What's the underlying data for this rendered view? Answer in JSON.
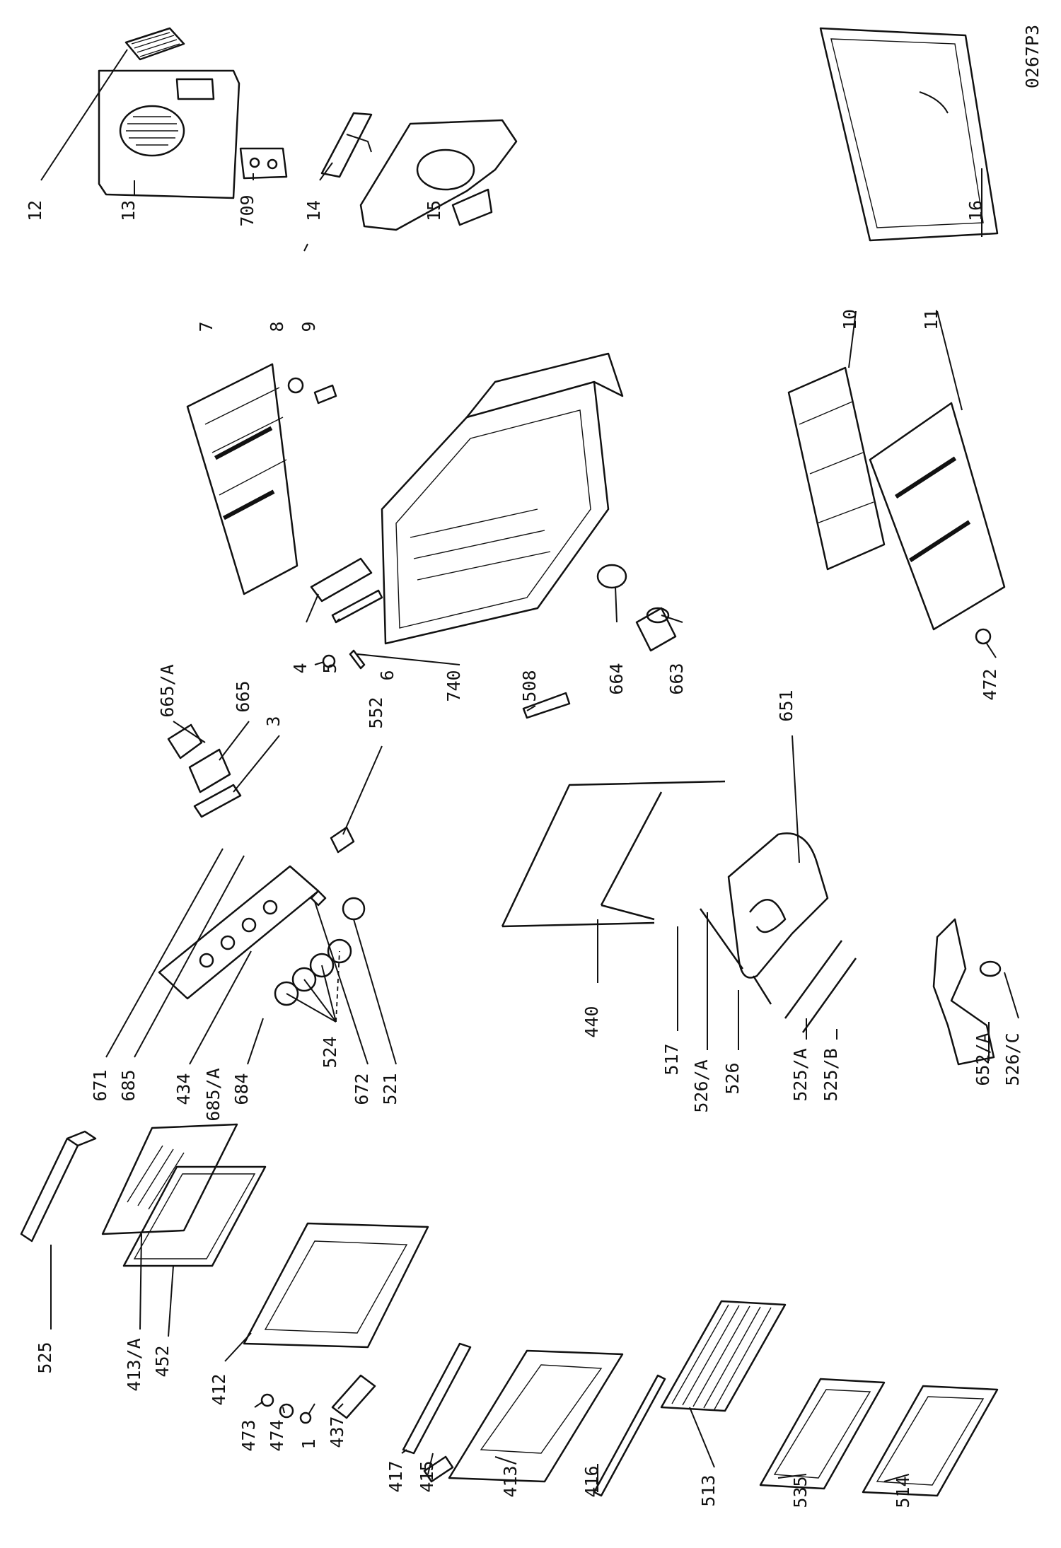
{
  "drawing_code": "0267P3",
  "part_labels": [
    {
      "id": "l12",
      "text": "12"
    },
    {
      "id": "l13",
      "text": "13"
    },
    {
      "id": "l709",
      "text": "709"
    },
    {
      "id": "l14",
      "text": "14"
    },
    {
      "id": "l15",
      "text": "15"
    },
    {
      "id": "l16",
      "text": "16"
    },
    {
      "id": "l7",
      "text": "7"
    },
    {
      "id": "l8",
      "text": "8"
    },
    {
      "id": "l9",
      "text": "9"
    },
    {
      "id": "l10",
      "text": "10"
    },
    {
      "id": "l11",
      "text": "11"
    },
    {
      "id": "l472",
      "text": "472"
    },
    {
      "id": "l4",
      "text": "4"
    },
    {
      "id": "l5",
      "text": "5"
    },
    {
      "id": "l6",
      "text": "6"
    },
    {
      "id": "l740",
      "text": "740"
    },
    {
      "id": "l508",
      "text": "508"
    },
    {
      "id": "l664",
      "text": "664"
    },
    {
      "id": "l663",
      "text": "663"
    },
    {
      "id": "l665a",
      "text": "665/A"
    },
    {
      "id": "l665",
      "text": "665"
    },
    {
      "id": "l3",
      "text": "3"
    },
    {
      "id": "l552",
      "text": "552"
    },
    {
      "id": "l651",
      "text": "651"
    },
    {
      "id": "l671",
      "text": "671"
    },
    {
      "id": "l685",
      "text": "685"
    },
    {
      "id": "l434",
      "text": "434"
    },
    {
      "id": "l685a",
      "text": "685/A"
    },
    {
      "id": "l684",
      "text": "684"
    },
    {
      "id": "l524",
      "text": "524"
    },
    {
      "id": "l672",
      "text": "672"
    },
    {
      "id": "l521",
      "text": "521"
    },
    {
      "id": "l440",
      "text": "440"
    },
    {
      "id": "l517",
      "text": "517"
    },
    {
      "id": "l526a",
      "text": "526/A"
    },
    {
      "id": "l526",
      "text": "526"
    },
    {
      "id": "l525a",
      "text": "525/A"
    },
    {
      "id": "l525b",
      "text": "525/B"
    },
    {
      "id": "l652a",
      "text": "652/A"
    },
    {
      "id": "l526c",
      "text": "526/C"
    },
    {
      "id": "l525",
      "text": "525"
    },
    {
      "id": "l413a",
      "text": "413/A"
    },
    {
      "id": "l452",
      "text": "452"
    },
    {
      "id": "l412",
      "text": "412"
    },
    {
      "id": "l473",
      "text": "473"
    },
    {
      "id": "l474",
      "text": "474"
    },
    {
      "id": "l1",
      "text": "1"
    },
    {
      "id": "l437",
      "text": "437"
    },
    {
      "id": "l417",
      "text": "417"
    },
    {
      "id": "l415",
      "text": "415"
    },
    {
      "id": "l413",
      "text": "413"
    },
    {
      "id": "l416",
      "text": "416"
    },
    {
      "id": "l513",
      "text": "513"
    },
    {
      "id": "l535",
      "text": "535"
    },
    {
      "id": "l514",
      "text": "514"
    }
  ]
}
